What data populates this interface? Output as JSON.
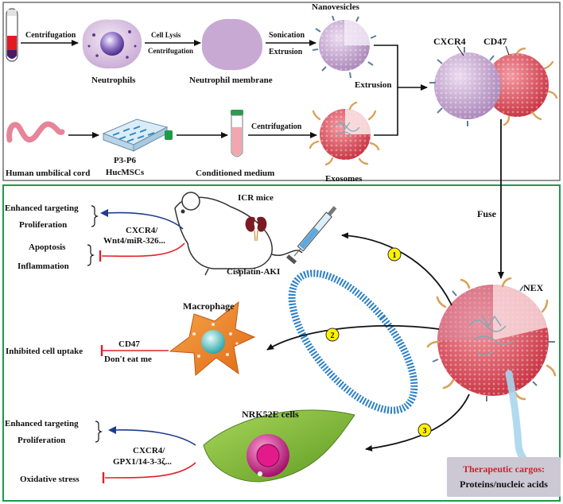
{
  "top_panel": {
    "step_labels": {
      "centrifugation_1": "Centrifugation",
      "cell_lysis": "Cell Lysis",
      "centrifugation_2": "Centrifugation",
      "sonication": "Sonication",
      "extrusion_1": "Extrusion",
      "extrusion_2": "Extrusion",
      "centrifugation_3": "Centrifugation"
    },
    "items": {
      "neutrophils": "Neutrophils",
      "neutrophil_membrane": "Neutrophil membrane",
      "nanovesicles": "Nanovesicles",
      "human_umbilical_cord": "Human umbilical cord",
      "hucmsc_line1": "P3-P6",
      "hucmsc_line2": "HucMSCs",
      "conditioned_medium": "Conditioned medium",
      "exosomes": "Exosomes",
      "cxcr4": "CXCR4",
      "cd47": "CD47"
    }
  },
  "fuse_label": "Fuse",
  "bottom_panel": {
    "nex_label": "NEX",
    "mice": {
      "title": "ICR mice",
      "model": "Cisplatin-AKI",
      "up_1": "Enhanced targeting",
      "up_2": "Proliferation",
      "down_1": "Apoptosis",
      "down_2": "Inflammation",
      "mech_line1": "CXCR4/",
      "mech_line2": "Wnt4/miR-326..."
    },
    "macrophage": {
      "title": "Macrophage",
      "effect": "Inhibited cell uptake",
      "mech_line1": "CD47",
      "mech_line2": "Don't eat me"
    },
    "nrk": {
      "title": "NRK52E cells",
      "up_1": "Enhanced targeting",
      "up_2": "Proliferation",
      "down_1": "Oxidative stress",
      "mech_line1": "CXCR4/",
      "mech_line2": "GPX1/14-3-3ζ..."
    },
    "route_numbers": [
      "1",
      "2",
      "3"
    ]
  },
  "cargo": {
    "title": "Therapeutic cargos:",
    "subtitle": "Proteins/nucleic acids"
  },
  "colors": {
    "top_border": "#7a7a7a",
    "bottom_border": "#1f9a48",
    "membrane": "#c9a8d3",
    "exosome": "#e4525f",
    "macrophage": "#f08a2b",
    "nrk_cell": "#8dc63f",
    "activation_arrow": "#1f3b8f",
    "inhibition": "#e0202a",
    "marker": "#fff200"
  }
}
